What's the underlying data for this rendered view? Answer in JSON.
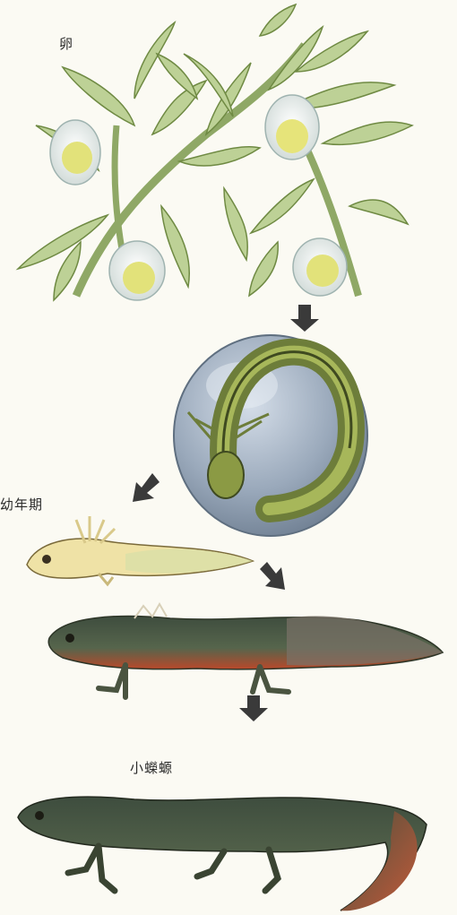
{
  "labels": {
    "egg": "卵",
    "juvenile": "幼年期",
    "adult": "小蠑螈"
  },
  "colors": {
    "background": "#fbfaf3",
    "leaf": "#b9cf92",
    "leaf_dark": "#6f8a43",
    "egg_yolk": "#e6e47a",
    "embryo_ball": "#8c9cae",
    "larva_body": "#efe2a6",
    "newt_back": "#4f6148",
    "newt_belly": "#c6502e",
    "arrow": "#3a3a3a"
  },
  "icons": [
    "arrow-down-icon",
    "arrow-down-left-icon",
    "arrow-down-right-icon"
  ]
}
